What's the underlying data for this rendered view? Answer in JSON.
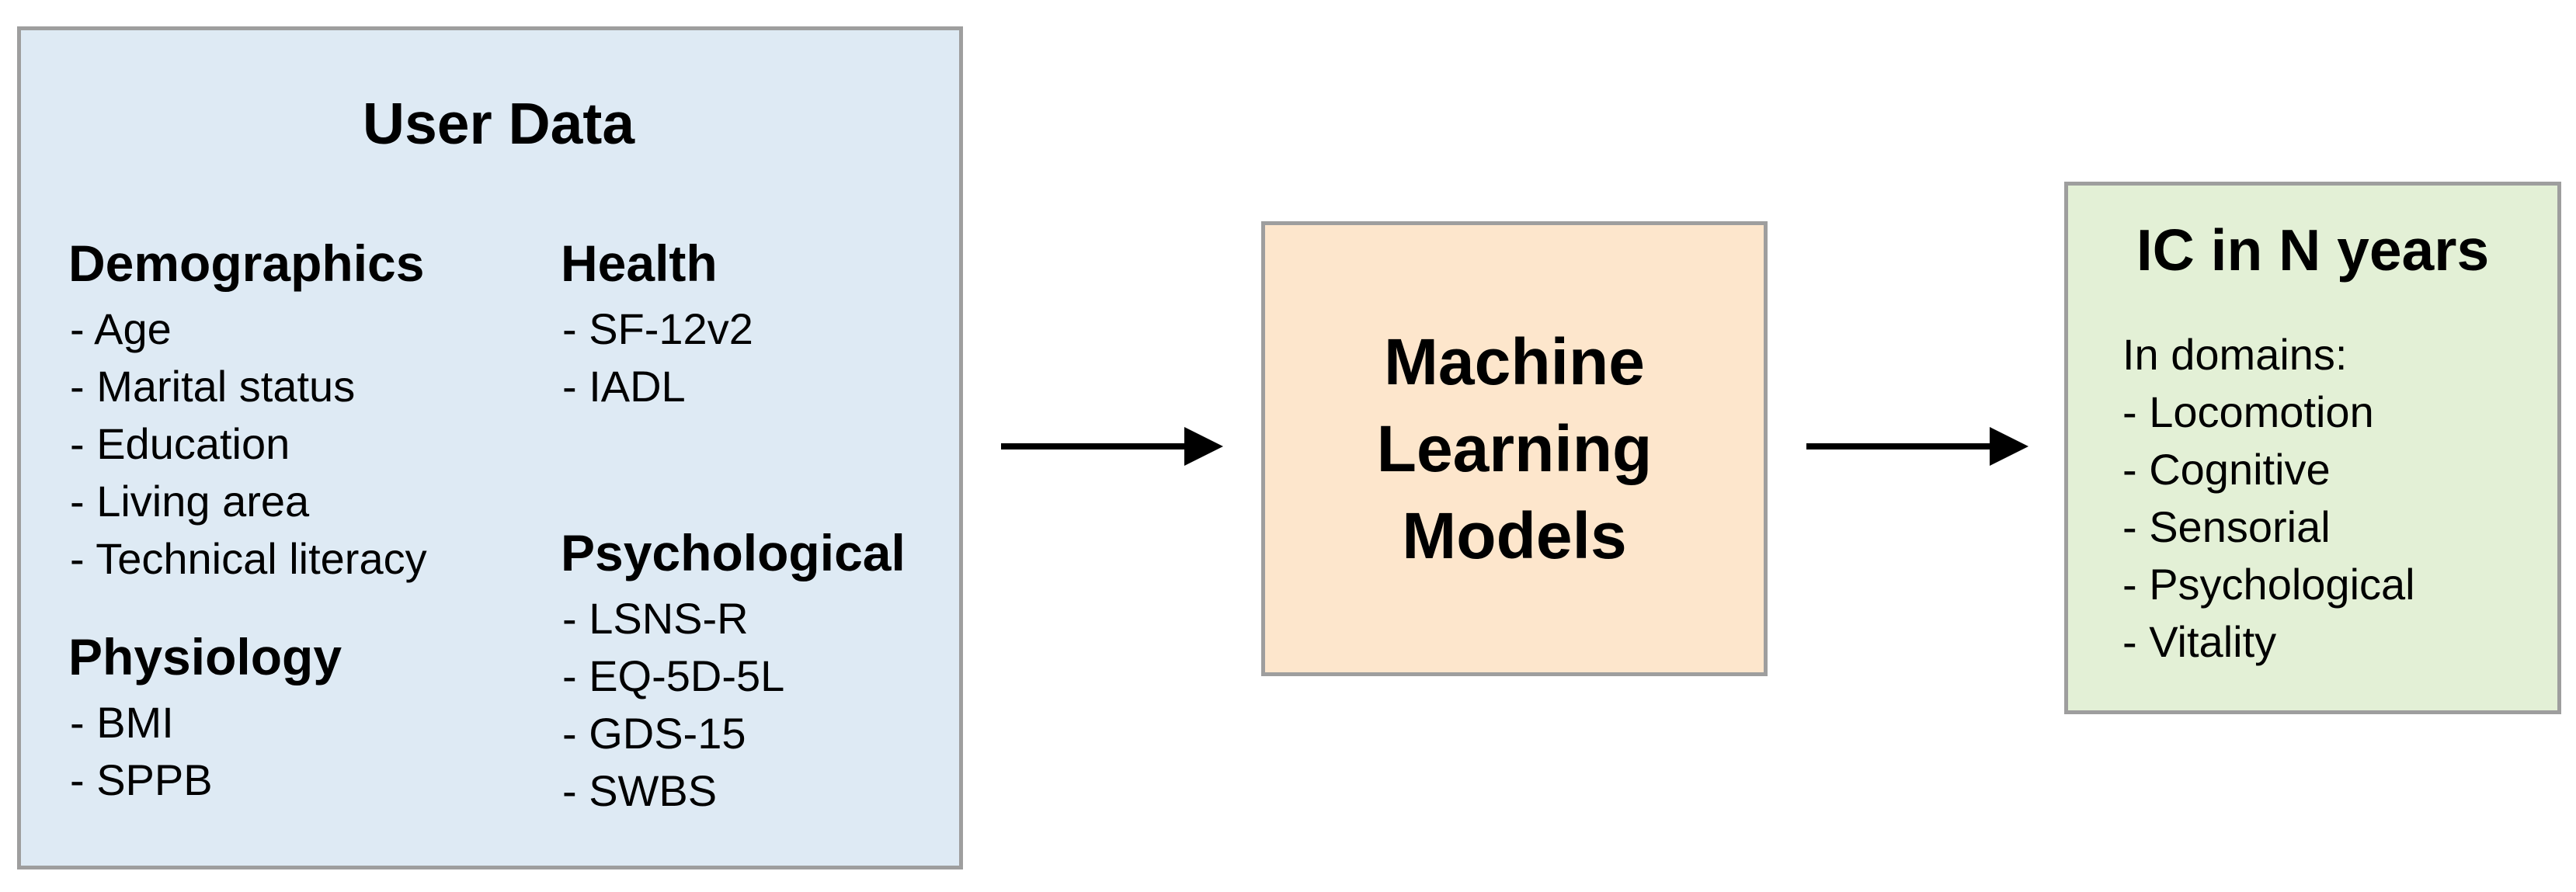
{
  "user_data": {
    "title": "User Data",
    "sections": {
      "demographics": {
        "title": "Demographics",
        "items": [
          "- Age",
          "- Marital status",
          "- Education",
          "- Living area",
          "- Technical literacy"
        ]
      },
      "physiology": {
        "title": "Physiology",
        "items": [
          "- BMI",
          "- SPPB"
        ]
      },
      "health": {
        "title": "Health",
        "items": [
          "- SF-12v2",
          "- IADL"
        ]
      },
      "psychological": {
        "title": "Psychological",
        "items": [
          "- LSNS-R",
          "- EQ-5D-5L",
          "- GDS-15",
          "- SWBS"
        ]
      }
    }
  },
  "model": {
    "lines": [
      "Machine",
      "Learning",
      "Models"
    ]
  },
  "output": {
    "title": "IC in N years",
    "subtitle": "In domains:",
    "items": [
      "- Locomotion",
      "- Cognitive",
      "- Sensorial",
      "- Psychological",
      "- Vitality"
    ]
  },
  "colors": {
    "input_box": "#deeaf4",
    "model_box": "#fde6cc",
    "output_box": "#e3f0d6",
    "border": "#9e9e9e"
  }
}
